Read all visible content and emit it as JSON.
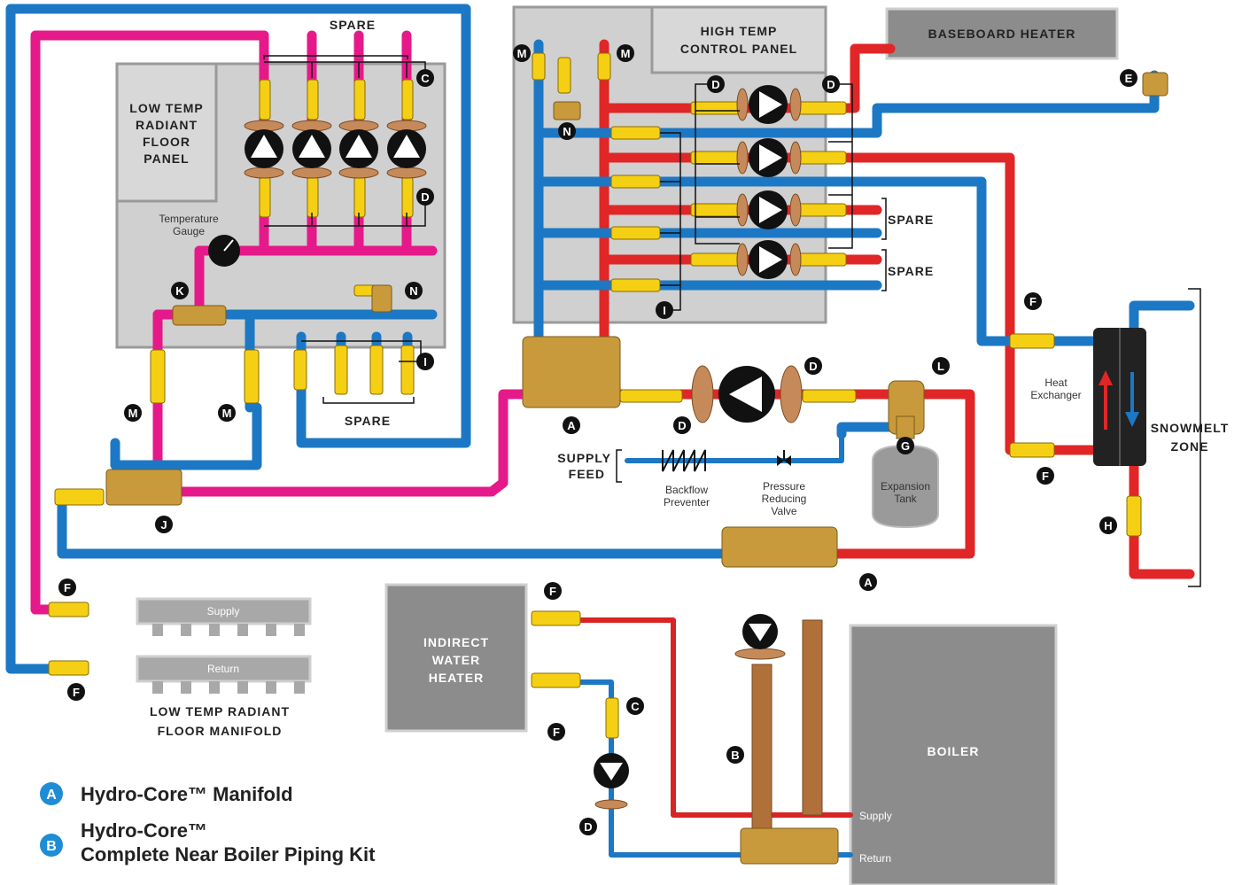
{
  "panels": {
    "low_temp": [
      "LOW TEMP",
      "RADIANT",
      "FLOOR",
      "PANEL"
    ],
    "high_temp": [
      "HIGH TEMP",
      "CONTROL PANEL"
    ],
    "baseboard": "BASEBOARD HEATER",
    "indirect": [
      "INDIRECT",
      "WATER",
      "HEATER"
    ],
    "boiler": "BOILER"
  },
  "labels": {
    "spare_top": "SPARE",
    "spare_bottom": "SPARE",
    "spare_right_1": "SPARE",
    "spare_right_2": "SPARE",
    "temperature_gauge": [
      "Temperature",
      "Gauge"
    ],
    "supply_feed": [
      "SUPPLY",
      "FEED"
    ],
    "backflow": [
      "Backflow",
      "Preventer"
    ],
    "prv": [
      "Pressure",
      "Reducing",
      "Valve"
    ],
    "expansion": [
      "Expansion",
      "Tank"
    ],
    "heat_exchanger": [
      "Heat",
      "Exchanger"
    ],
    "snowmelt": [
      "SNOWMELT",
      "ZONE"
    ],
    "manifold_supply": "Supply",
    "manifold_return": "Return",
    "floor_manifold": [
      "LOW TEMP RADIANT",
      "FLOOR MANIFOLD"
    ],
    "boiler_supply": "Supply",
    "boiler_return": "Return"
  },
  "badges": {
    "A": "A",
    "B": "B",
    "C": "C",
    "D": "D",
    "E": "E",
    "F": "F",
    "G": "G",
    "H": "H",
    "I": "I",
    "J": "J",
    "K": "K",
    "L": "L",
    "M": "M",
    "N": "N"
  },
  "legend": [
    {
      "badge": "A",
      "text": "Hydro-Core™ Manifold"
    },
    {
      "badge": "B",
      "text": "Hydro-Core™",
      "text2": "Complete Near Boiler Piping Kit"
    }
  ],
  "colors": {
    "supply_pipe": "#e02626",
    "return_pipe": "#1c78c4",
    "low_temp_pipe": "#e5198a",
    "valve": "#f5cf14",
    "panel": "#d0d0d0"
  }
}
